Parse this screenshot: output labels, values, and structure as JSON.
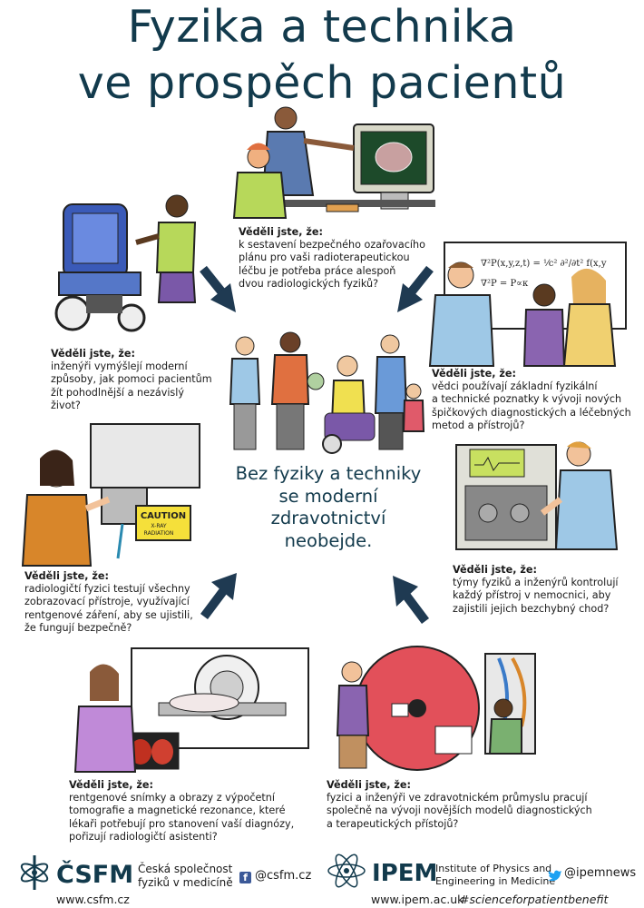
{
  "title": {
    "line1": "Fyzika a technika",
    "line2": "ve prospěch pacientů"
  },
  "center_message": {
    "lines": [
      "Bez fyziky a techniky",
      "se moderní",
      "zdravotnictví",
      "neobejde."
    ]
  },
  "facts": {
    "top": {
      "head": "Věděli jste, že:",
      "lines": [
        "k sestavení bezpečného ozařovacího",
        "plánu pro vaši radioterapeutickou",
        "léčbu je potřeba práce alespoň",
        "dvou radiologických fyziků?"
      ]
    },
    "left_upper": {
      "head": "Věděli jste, že:",
      "lines": [
        "inženýři vymýšlejí moderní",
        "způsoby, jak pomoci pacientům",
        "žít pohodlnější a nezávislý",
        "život?"
      ]
    },
    "right_upper": {
      "head": "Věděli jste, že:",
      "lines": [
        "vědci používají základní fyzikální",
        "a technické poznatky k vývoji nových",
        "špičkových diagnostických a léčebných",
        "metod a přístrojů?"
      ]
    },
    "left_middle": {
      "head": "Věděli jste, že:",
      "lines": [
        "radiologičtí fyzici testují všechny",
        "zobrazovací přístroje, využívající",
        "rentgenové záření, aby se ujistili,",
        "že fungují bezpečně?"
      ]
    },
    "right_middle": {
      "head": "Věděli jste, že:",
      "lines": [
        "týmy fyziků a inženýrů kontrolují",
        "každý přístroj v nemocnici, aby",
        "zajistili jejich bezchybný chod?"
      ]
    },
    "bottom_left": {
      "head": "Věděli jste, že:",
      "lines": [
        "rentgenové snímky a obrazy z výpočetní",
        "tomografie a magnetické rezonance, které",
        "lékaři potřebují pro stanovení vaší diagnózy,",
        "pořizují radiologičtí asistenti?"
      ]
    },
    "bottom_right": {
      "head": "Věděli jste, že:",
      "lines": [
        "fyzici a inženýři ve zdravotnickém průmyslu pracují",
        "společně na vývoji novějších modelů diagnostických",
        "a terapeutických přístojů?"
      ]
    }
  },
  "illustrations": {
    "caution_sign": "CAUTION",
    "caution_sub1": "X-RAY",
    "caution_sub2": "RADIATION",
    "board_eq1": "∇²P(x,y,z,t) = ¹⁄c² ∂²/∂t² f(x,y",
    "board_eq2": "∇²P = P∝κ"
  },
  "footer": {
    "csfm_logo": "ČSFM",
    "csfm_name_line1": "Česká společnost",
    "csfm_name_line2": "fyziků v medicíně",
    "facebook_handle": "@csfm.cz",
    "ipem_logo": "IPEM",
    "ipem_name_line1": "Institute of Physics and",
    "ipem_name_line2": "Engineering in Medicine",
    "twitter_handle": "@ipemnews",
    "csfm_url": "www.csfm.cz",
    "ipem_url": "www.ipem.ac.uk",
    "hashtag": "#scienceforpatientbenefit"
  },
  "colors": {
    "title": "#123a4c",
    "arrow": "#1f3a52",
    "machine_red": "#e2505a",
    "shirt_green": "#b7d85a",
    "shirt_blue": "#9ec8e6"
  }
}
